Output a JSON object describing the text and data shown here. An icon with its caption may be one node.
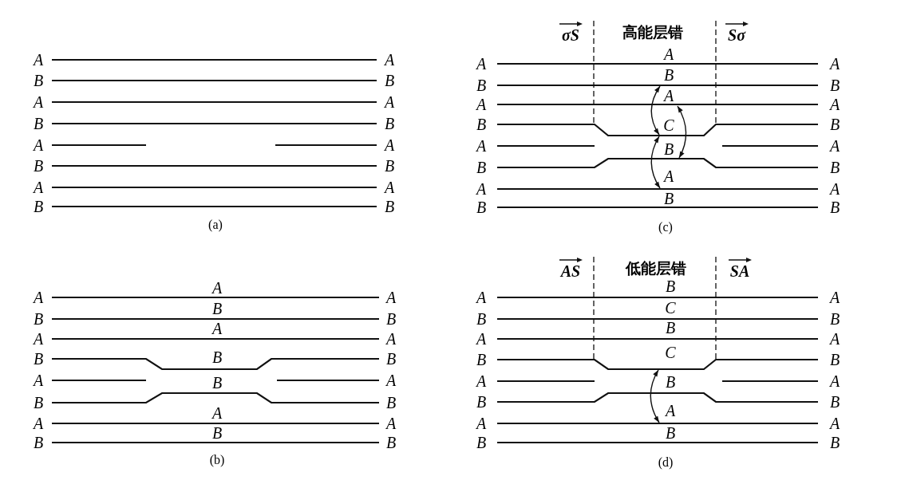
{
  "diagram": {
    "labels": [
      "A",
      "A",
      "B",
      "B",
      "A",
      "A",
      "B",
      "B",
      "A",
      "A",
      "B",
      "B",
      "A",
      "A",
      "B",
      "B",
      "(a)",
      "σS",
      "高能层错",
      "Sσ",
      "A",
      "A",
      "A",
      "B",
      "B",
      "B",
      "A",
      "A",
      "A",
      "B",
      "C",
      "B",
      "A",
      "B",
      "A",
      "B",
      "B",
      "A",
      "A",
      "A",
      "B",
      "B",
      "B",
      "(c)",
      "A",
      "A",
      "A",
      "B",
      "B",
      "B",
      "A",
      "A",
      "A",
      "B",
      "B",
      "B",
      "A",
      "B",
      "A",
      "B",
      "B",
      "A",
      "A",
      "A",
      "B",
      "B",
      "B",
      "(b)",
      "AS",
      "低能层错",
      "SA",
      "B",
      "A",
      "A",
      "C",
      "B",
      "B",
      "B",
      "A",
      "A",
      "C",
      "B",
      "B",
      "A",
      "B",
      "A",
      "B",
      "B",
      "A",
      "A",
      "A",
      "B",
      "B",
      "B",
      "(d)"
    ]
  }
}
